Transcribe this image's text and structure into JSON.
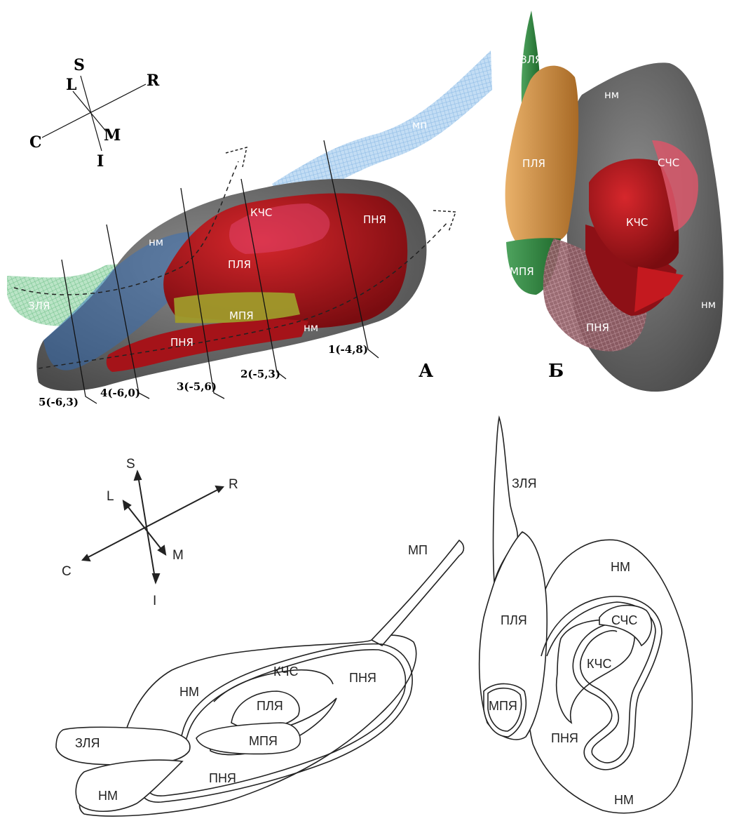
{
  "panels": {
    "a": "А",
    "b": "Б"
  },
  "render_a": {
    "labels": {
      "mp": "мп",
      "nm_top": "нм",
      "kchs": "КЧС",
      "pnya_top": "ПНЯ",
      "plya": "ПЛЯ",
      "mpya": "МПЯ",
      "pnya_bottom": "ПНЯ",
      "nm_bottom": "нм",
      "zlya": "ЗЛЯ"
    },
    "sections": [
      "1(-4,8)",
      "2(-5,3)",
      "3(-5,6)",
      "4(-6,0)",
      "5(-6,3)"
    ],
    "directions": {
      "s": "S",
      "l": "L",
      "r": "R",
      "c": "C",
      "m": "M",
      "i": "I"
    }
  },
  "render_b": {
    "labels": {
      "zlya": "ЗЛЯ",
      "nm_top": "нм",
      "plya": "ПЛЯ",
      "schs": "СЧС",
      "kchs": "КЧС",
      "mpya": "МПЯ",
      "pnya": "ПНЯ",
      "nm_right": "нм"
    }
  },
  "scheme_a": {
    "labels": {
      "mp": "МП",
      "nm_top": "НМ",
      "kchs": "КЧС",
      "pnya_top": "ПНЯ",
      "plya": "ПЛЯ",
      "mpya": "МПЯ",
      "zlya": "ЗЛЯ",
      "pnya_bottom": "ПНЯ",
      "nm_bottom": "НМ"
    },
    "directions": {
      "s": "S",
      "l": "L",
      "r": "R",
      "c": "C",
      "m": "M",
      "i": "I"
    }
  },
  "scheme_b": {
    "labels": {
      "zlya": "ЗЛЯ",
      "nm_top": "НМ",
      "plya": "ПЛЯ",
      "schs": "СЧС",
      "kchs": "КЧС",
      "mpya": "МПЯ",
      "pnya": "ПНЯ",
      "nm_bottom": "НМ"
    }
  },
  "colors": {
    "brain_gray": "#6b6b6b",
    "nucleus_red": "#b3161c",
    "nucleus_dark_red": "#7c0d12",
    "plya_orange": "#c98a3e",
    "mpya_olive": "#9b9a2c",
    "zlya_green": "#2f8a40",
    "mp_blue": "#a9cdee",
    "zlya_mesh": "#9fd6b1"
  }
}
